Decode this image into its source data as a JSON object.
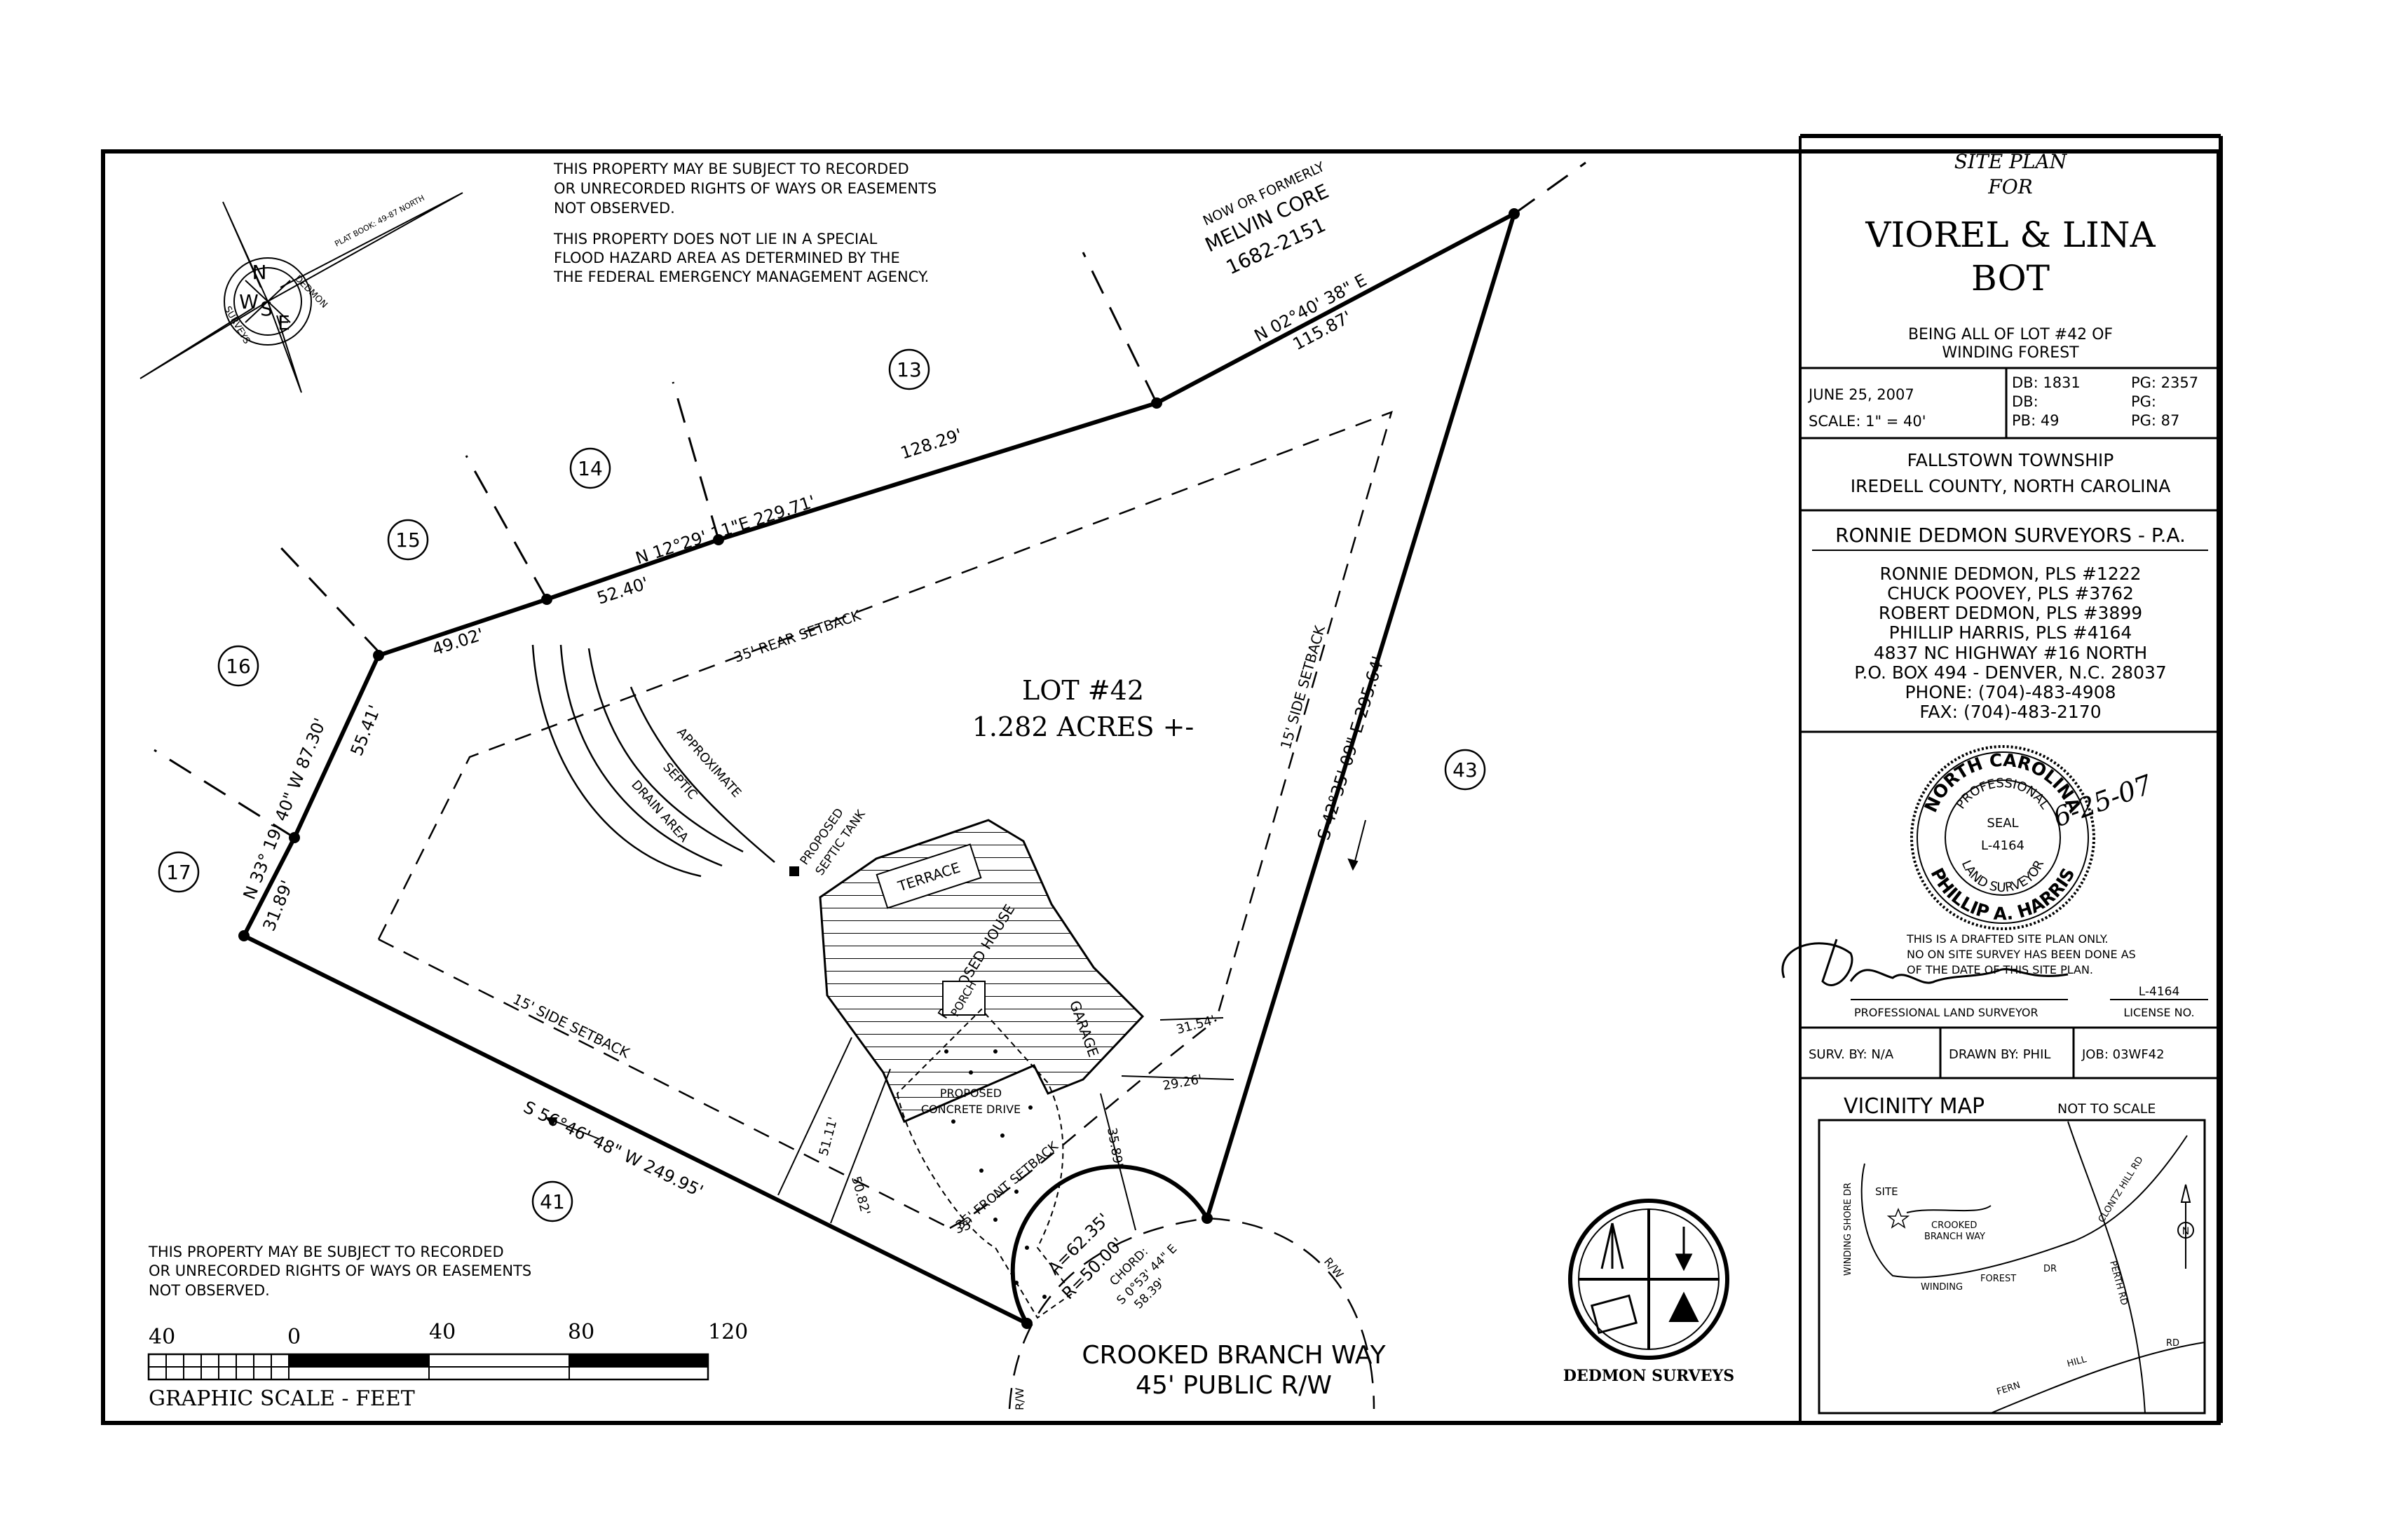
{
  "notes": {
    "top": [
      "THIS PROPERTY MAY BE SUBJECT TO RECORDED",
      "OR UNRECORDED RIGHTS OF WAYS OR EASEMENTS",
      "NOT OBSERVED.",
      "THIS PROPERTY DOES NOT LIE IN A SPECIAL",
      "FLOOD HAZARD AREA AS DETERMINED BY THE",
      "THE FEDERAL EMERGENCY MANAGEMENT AGENCY."
    ],
    "bottom": [
      "THIS PROPERTY MAY BE SUBJECT TO RECORDED",
      "OR UNRECORDED RIGHTS OF WAYS OR EASEMENTS",
      "NOT OBSERVED."
    ]
  },
  "compass": {
    "letters": [
      "N",
      "W",
      "E",
      "S"
    ],
    "plat_book": "PLAT BOOK: 49-87 NORTH",
    "dedmon": "DEDMON",
    "surveys": "SURVEYS"
  },
  "adjacent": {
    "owner_line1": "NOW OR FORMERLY",
    "owner_name": "MELVIN CORE",
    "owner_ref": "1682-2151"
  },
  "lots": [
    "13",
    "14",
    "15",
    "16",
    "17",
    "41",
    "43"
  ],
  "lot_label": {
    "title": "LOT #42",
    "area": "1.282 ACRES +-"
  },
  "bearings": {
    "north_main": "N 12°29' 11\"E  229.71'",
    "seg_128": "128.29'",
    "seg_52": "52.40'",
    "seg_49": "49.02'",
    "ne_bearing": "N 02°40' 38\" E",
    "ne_dist": "115.87'",
    "west_bearing": "N 33° 19' 40\" W  87.30'",
    "seg_55": "55.41'",
    "seg_31": "31.89'",
    "east_bearing": "S 42°35' 09\" E  295.64'",
    "south_bearing": "S 56°46' 48\" W  249.95'",
    "arc_a": "A=62.35'",
    "arc_r": "R=50.00'",
    "chord": "CHORD:",
    "chord_b": "S 0°53' 44\" E",
    "chord_d": "58.39'"
  },
  "setbacks": {
    "rear": "35' REAR SETBACK",
    "side_east": "15' SIDE SETBACK",
    "side_west": "15' SIDE SETBACK",
    "front": "35' FRONT SETBACK"
  },
  "dims": {
    "d31": "31.54'",
    "d29": "29.26'",
    "d51": "51.11'",
    "d50": "50.82'",
    "d35": "35.89'",
    "d35b": "35'"
  },
  "features": {
    "approx": "APPROXIMATE",
    "septic": "SEPTIC",
    "drain": "DRAIN AREA",
    "tank1": "PROPOSED",
    "tank2": "SEPTIC TANK",
    "terrace": "TERRACE",
    "house": "PROPOSED HOUSE",
    "porch": "PORCH",
    "garage": "GARAGE",
    "drive1": "PROPOSED",
    "drive2": "CONCRETE DRIVE"
  },
  "road": {
    "name": "CROOKED BRANCH WAY",
    "row": "45' PUBLIC R/W",
    "rw": "R/W"
  },
  "scale": {
    "ticks": [
      "40",
      "0",
      "40",
      "80",
      "120"
    ],
    "label": "GRAPHIC SCALE - FEET"
  },
  "logo": {
    "name": "DEDMON SURVEYS"
  },
  "title_block": {
    "site_plan": "SITE PLAN",
    "for": "FOR",
    "owner1": "VIOREL & LINA",
    "owner2": "BOT",
    "being1": "BEING ALL OF LOT #42 OF",
    "being2": "WINDING FOREST",
    "date": "JUNE 25, 2007",
    "scale": "SCALE: 1\" = 40'",
    "db1": "DB: 1831",
    "pg1": "PG: 2357",
    "db2": "DB:",
    "pg2": "PG:",
    "pb": "PB: 49",
    "pg3": "PG: 87",
    "township": "FALLSTOWN TOWNSHIP",
    "county": "IREDELL COUNTY, NORTH CAROLINA",
    "firm": "RONNIE DEDMON SURVEYORS - P.A.",
    "people": [
      "RONNIE DEDMON,   PLS #1222",
      "CHUCK POOVEY,   PLS #3762",
      "ROBERT DEDMON,   PLS #3899",
      "PHILLIP HARRIS,  PLS #4164",
      "4837 NC HIGHWAY #16 NORTH",
      "P.O. BOX 494 - DENVER, N.C. 28037",
      "PHONE:  (704)-483-4908",
      "FAX:  (704)-483-2170"
    ],
    "seal_state": "NORTH CAROLINA",
    "seal_prof": "PROFESSIONAL",
    "seal_word": "SEAL",
    "seal_no": "L-4164",
    "seal_ls": "LAND SURVEYOR",
    "seal_name": "PHILLIP A. HARRIS",
    "seal_date": "6-25-07",
    "drafted1": "THIS IS A DRAFTED SITE PLAN ONLY.",
    "drafted2": "NO ON SITE SURVEY HAS BEEN DONE AS",
    "drafted3": "OF THE DATE OF THIS SITE PLAN.",
    "license": "L-4164",
    "pls": "PROFESSIONAL LAND SURVEYOR",
    "license_no": "LICENSE NO.",
    "surv_by": "SURV. BY: N/A",
    "drawn_by": "DRAWN BY: PHIL",
    "job": "JOB: 03WF42"
  },
  "vicinity": {
    "title": "VICINITY MAP",
    "nts": "NOT TO SCALE",
    "site": "SITE",
    "crooked1": "CROOKED",
    "crooked2": "BRANCH WAY",
    "winding_shore": "WINDING SHORE DR",
    "winding_forest_a": "WINDING",
    "winding_forest_b": "FOREST",
    "winding_forest_c": "DR",
    "clontz": "CLONTZ HILL RD",
    "perth": "PERTH RD",
    "fern": "FERN",
    "hill": "HILL",
    "rd": "RD",
    "n": "N"
  }
}
